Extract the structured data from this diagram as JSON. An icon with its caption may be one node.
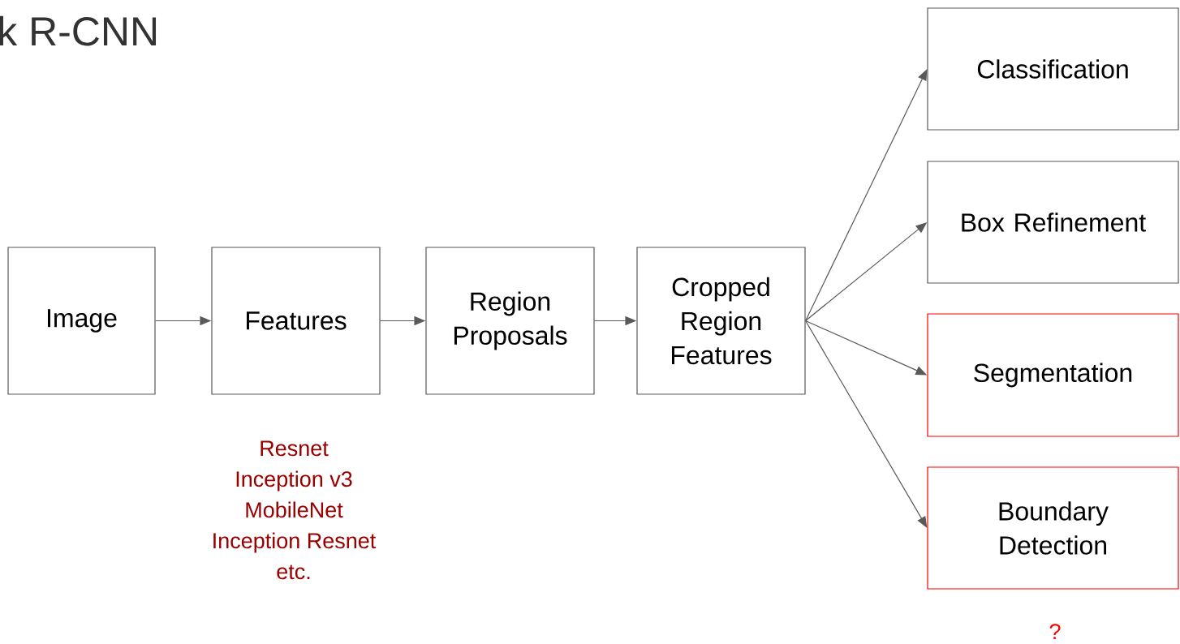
{
  "diagram": {
    "title": "k R-CNN",
    "nodes": [
      {
        "text": [
          "Image"
        ]
      },
      {
        "text": [
          "Features"
        ],
        "beside": [
          "Resnet",
          "Inception v3",
          "MobileNet",
          "Inception Resnet",
          "etc."
        ]
      },
      {
        "text": [
          "Region Proposals"
        ]
      },
      {
        "text": [
          "Cropped Region Features"
        ]
      },
      {
        "text": [
          "Classification"
        ]
      },
      {
        "text": [
          "Box Refinement"
        ]
      },
      {
        "text": [
          "Segmentation"
        ]
      },
      {
        "text": [
          "Boundary Detection"
        ],
        "beside": [
          "?"
        ]
      }
    ],
    "edges": [
      {
        "from": 0,
        "to": 1,
        "arrow": "to"
      },
      {
        "from": 1,
        "to": 2,
        "arrow": "to"
      },
      {
        "from": 2,
        "to": 3,
        "arrow": "to"
      },
      {
        "from": 3,
        "to": 4,
        "arrow": "to"
      },
      {
        "from": 3,
        "to": 5,
        "arrow": "to"
      },
      {
        "from": 3,
        "to": 6,
        "arrow": "to"
      },
      {
        "from": 3,
        "to": 7,
        "arrow": "to"
      }
    ]
  }
}
